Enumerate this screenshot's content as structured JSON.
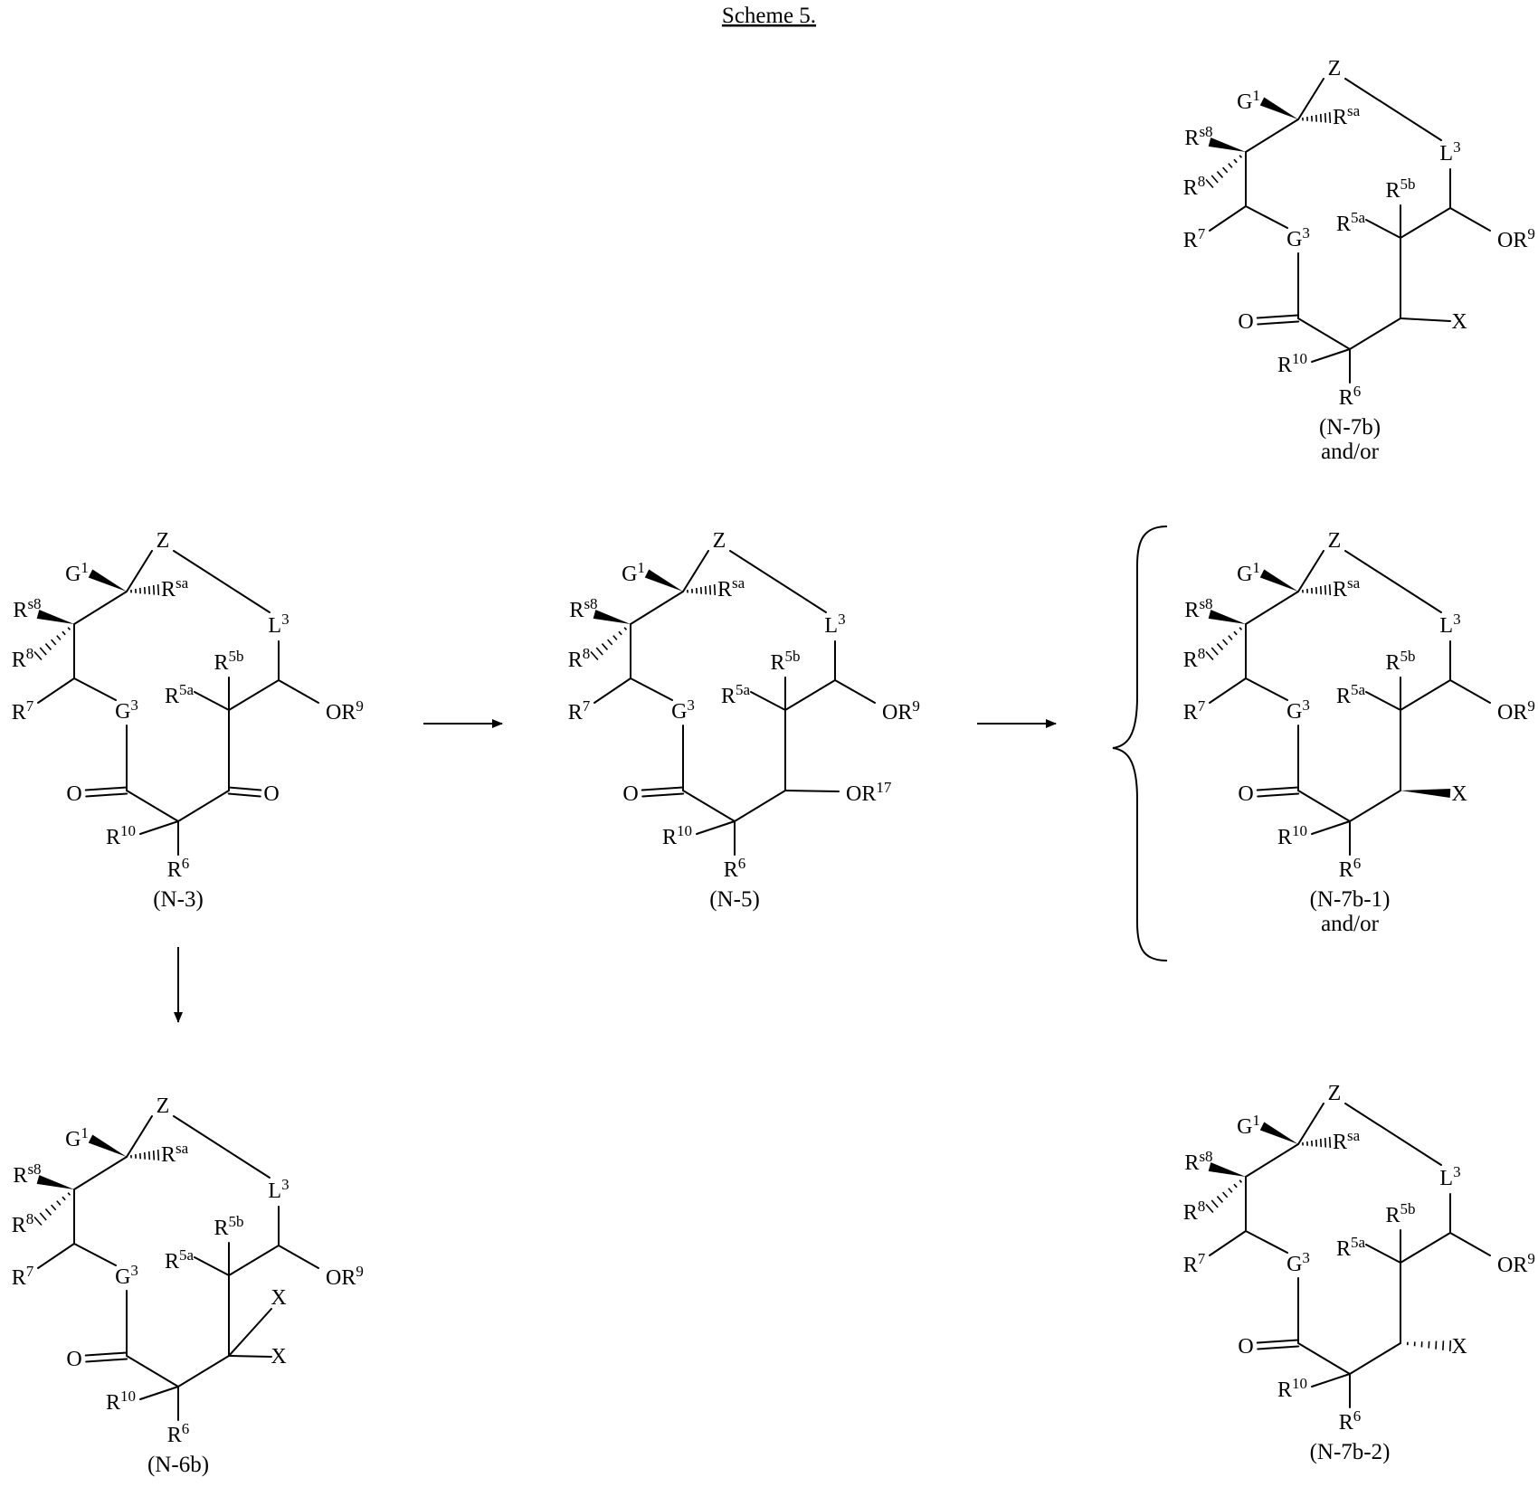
{
  "scheme": {
    "title": "Scheme 5.",
    "bond_color": "#000000",
    "molecules": [
      {
        "id": "N-3",
        "caption": "(N-3)",
        "subcaption": "",
        "labels": {
          "z": [
            "Z",
            ""
          ],
          "g1": [
            "G",
            "1"
          ],
          "rsa": [
            "R",
            "sa"
          ],
          "rs8": [
            "R",
            "s8"
          ],
          "r8": [
            "R",
            "8"
          ],
          "l3": [
            "L",
            "3"
          ],
          "r5b": [
            "R",
            "5b"
          ],
          "r5a": [
            "R",
            "5a"
          ],
          "r7": [
            "R",
            "7"
          ],
          "g3": [
            "G",
            "3"
          ],
          "or9": [
            "OR",
            "9"
          ],
          "o1": [
            "O",
            ""
          ],
          "o2": [
            "O",
            ""
          ],
          "r10": [
            "R",
            "10"
          ],
          "r6": [
            "R",
            "6"
          ]
        }
      },
      {
        "id": "N-5",
        "caption": "(N-5)",
        "subcaption": "",
        "labels": {
          "z": [
            "Z",
            ""
          ],
          "g1": [
            "G",
            "1"
          ],
          "rsa": [
            "R",
            "sa"
          ],
          "rs8": [
            "R",
            "s8"
          ],
          "r8": [
            "R",
            "8"
          ],
          "l3": [
            "L",
            "3"
          ],
          "r5b": [
            "R",
            "5b"
          ],
          "r5a": [
            "R",
            "5a"
          ],
          "r7": [
            "R",
            "7"
          ],
          "g3": [
            "G",
            "3"
          ],
          "or9": [
            "OR",
            "9"
          ],
          "o1": [
            "O",
            ""
          ],
          "or17": [
            "OR",
            "17"
          ],
          "r10": [
            "R",
            "10"
          ],
          "r6": [
            "R",
            "6"
          ]
        }
      },
      {
        "id": "N-6b",
        "caption": "(N-6b)",
        "subcaption": "",
        "labels": {
          "z": [
            "Z",
            ""
          ],
          "g1": [
            "G",
            "1"
          ],
          "rsa": [
            "R",
            "sa"
          ],
          "rs8": [
            "R",
            "s8"
          ],
          "r8": [
            "R",
            "8"
          ],
          "l3": [
            "L",
            "3"
          ],
          "r5b": [
            "R",
            "5b"
          ],
          "r5a": [
            "R",
            "5a"
          ],
          "r7": [
            "R",
            "7"
          ],
          "g3": [
            "G",
            "3"
          ],
          "or9": [
            "OR",
            "9"
          ],
          "o1": [
            "O",
            ""
          ],
          "x1": [
            "X",
            ""
          ],
          "x2": [
            "X",
            ""
          ],
          "r10": [
            "R",
            "10"
          ],
          "r6": [
            "R",
            "6"
          ]
        }
      },
      {
        "id": "N-7b",
        "caption": "(N-7b)",
        "subcaption": "and/or",
        "labels": {
          "z": [
            "Z",
            ""
          ],
          "g1": [
            "G",
            "1"
          ],
          "rsa": [
            "R",
            "sa"
          ],
          "rs8": [
            "R",
            "s8"
          ],
          "r8": [
            "R",
            "8"
          ],
          "l3": [
            "L",
            "3"
          ],
          "r5b": [
            "R",
            "5b"
          ],
          "r5a": [
            "R",
            "5a"
          ],
          "r7": [
            "R",
            "7"
          ],
          "g3": [
            "G",
            "3"
          ],
          "or9": [
            "OR",
            "9"
          ],
          "o1": [
            "O",
            ""
          ],
          "x": [
            "X",
            ""
          ],
          "r10": [
            "R",
            "10"
          ],
          "r6": [
            "R",
            "6"
          ]
        }
      },
      {
        "id": "N-7b-1",
        "caption": "(N-7b-1)",
        "subcaption": "and/or",
        "labels": {
          "z": [
            "Z",
            ""
          ],
          "g1": [
            "G",
            "1"
          ],
          "rsa": [
            "R",
            "sa"
          ],
          "rs8": [
            "R",
            "s8"
          ],
          "r8": [
            "R",
            "8"
          ],
          "l3": [
            "L",
            "3"
          ],
          "r5b": [
            "R",
            "5b"
          ],
          "r5a": [
            "R",
            "5a"
          ],
          "r7": [
            "R",
            "7"
          ],
          "g3": [
            "G",
            "3"
          ],
          "or9": [
            "OR",
            "9"
          ],
          "o1": [
            "O",
            ""
          ],
          "x": [
            "X",
            ""
          ],
          "r10": [
            "R",
            "10"
          ],
          "r6": [
            "R",
            "6"
          ]
        }
      },
      {
        "id": "N-7b-2",
        "caption": "(N-7b-2)",
        "subcaption": "",
        "labels": {
          "z": [
            "Z",
            ""
          ],
          "g1": [
            "G",
            "1"
          ],
          "rsa": [
            "R",
            "sa"
          ],
          "rs8": [
            "R",
            "s8"
          ],
          "r8": [
            "R",
            "8"
          ],
          "l3": [
            "L",
            "3"
          ],
          "r5b": [
            "R",
            "5b"
          ],
          "r5a": [
            "R",
            "5a"
          ],
          "r7": [
            "R",
            "7"
          ],
          "g3": [
            "G",
            "3"
          ],
          "or9": [
            "OR",
            "9"
          ],
          "o1": [
            "O",
            ""
          ],
          "x": [
            "X",
            ""
          ],
          "r10": [
            "R",
            "10"
          ],
          "r6": [
            "R",
            "6"
          ]
        }
      }
    ],
    "arrows": [
      "N-3 to N-5",
      "N-5 to products",
      "N-3 to N-6b"
    ]
  }
}
